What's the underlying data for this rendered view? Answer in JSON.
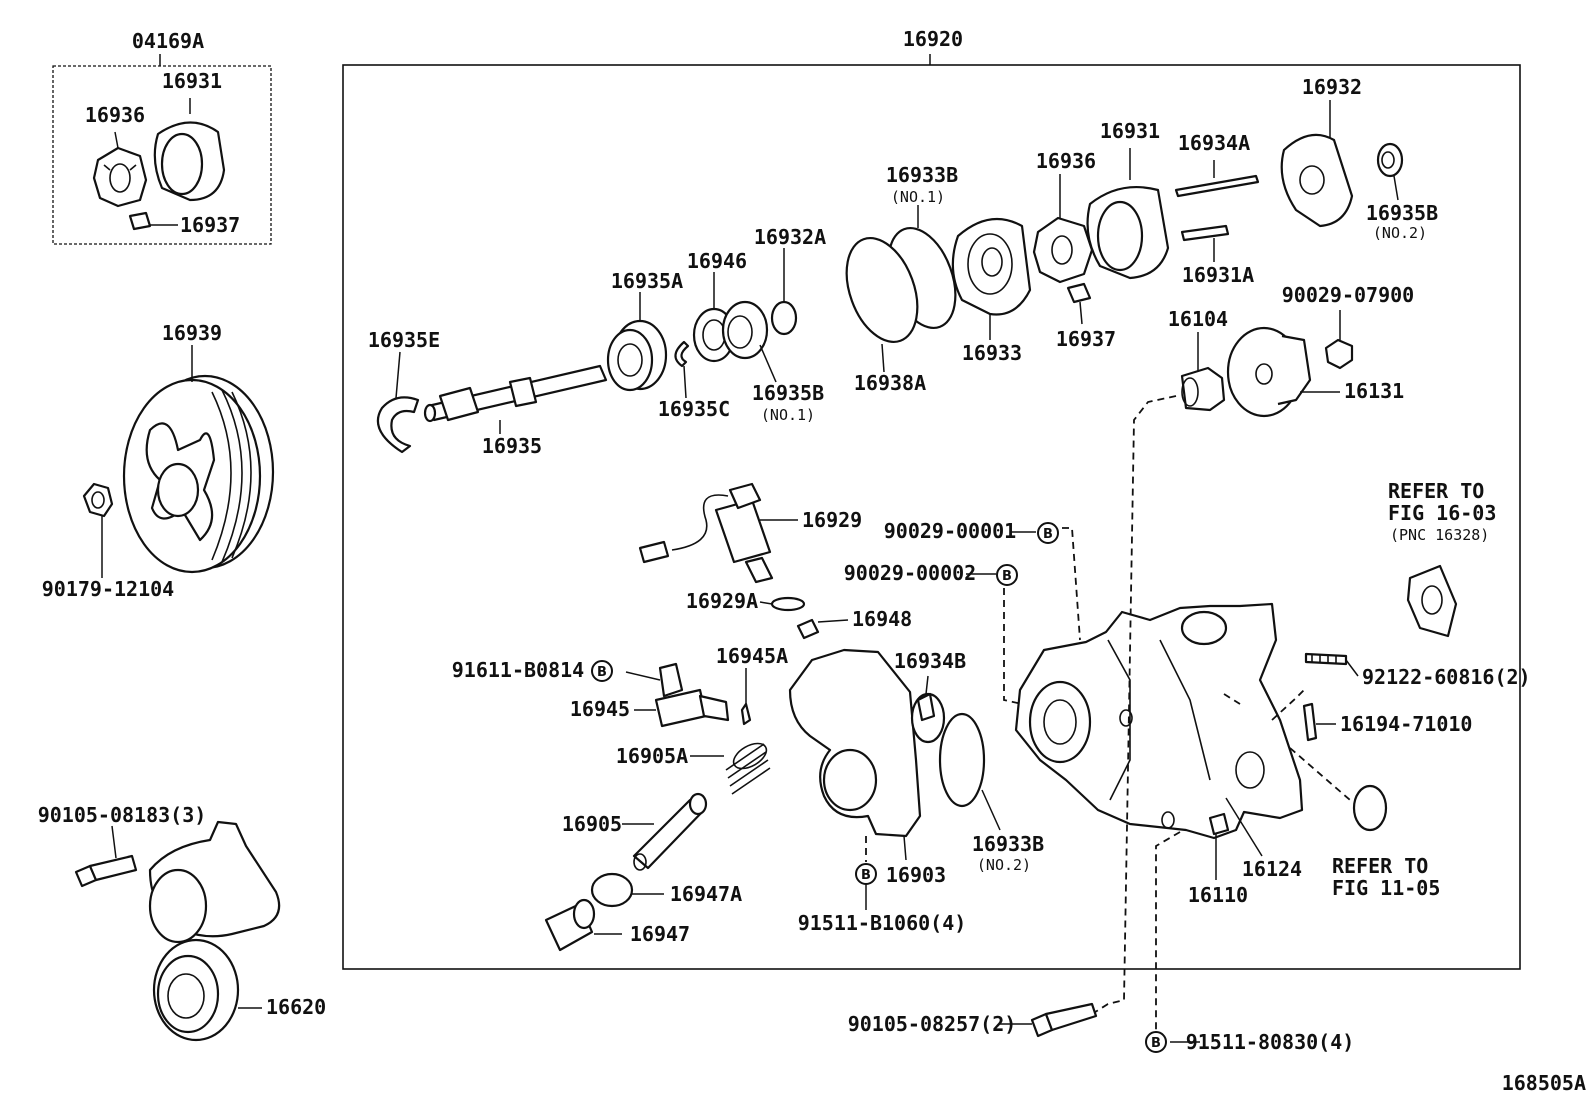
{
  "diagram": {
    "figure_id": "168505A",
    "kit_group_label": "04169A",
    "assembly_label": "16920",
    "fastener_mark": "B",
    "kit": {
      "case": "16931",
      "rotor": "16936",
      "vane": "16937"
    },
    "pulley": "16939",
    "pulley_nut": "90179-12104",
    "tensioner_bolt": "90105-08183(3)",
    "tensioner": "16620",
    "internals": {
      "snap_ring": "16935E",
      "shaft": "16935",
      "bearing": "16935A",
      "seal": "16946",
      "snap_ring_c": "16935C",
      "bearing_b_no1": "16935B",
      "bearing_b_no1_note": "(NO.1)",
      "oring_32a": "16932A",
      "oring_33b_no1": "16933B",
      "oring_33b_no1_note": "(NO.1)",
      "oring_38a": "16938A",
      "side_plate": "16933",
      "rotor": "16936",
      "vane": "16937",
      "cam_ring": "16931",
      "pin_34a": "16934A",
      "pin_31a": "16931A",
      "rear_plate": "16932",
      "bearing_no2": "16935B",
      "bearing_no2_note": "(NO.2)"
    },
    "rear": {
      "bushing": "16104",
      "nut": "90029-07900",
      "cover": "16131"
    },
    "valve_group": {
      "solenoid": "16929",
      "oring_29a": "16929A",
      "filter": "16948",
      "sensor_bolt": "91611-B0814",
      "sensor": "16945",
      "oring_45a": "16945A",
      "spring": "16905A",
      "valve": "16905",
      "oring_47a": "16947A",
      "plug": "16947"
    },
    "housing_group": {
      "union_bolt_1": "90029-00001",
      "union_bolt_2": "90029-00002",
      "front_housing": "16903",
      "oring_34b": "16934B",
      "oring_33b_no2": "16933B",
      "oring_33b_no2_note": "(NO.2)",
      "housing_bolt": "91511-B1060(4)",
      "rear_housing": "16124",
      "fitting": "16110",
      "stud": "92122-60816(2)",
      "bolt_71010": "16194-71010"
    },
    "refer_fig_16_03": {
      "line1": "REFER TO",
      "line2": "FIG 16-03",
      "line3": "(PNC 16328)"
    },
    "refer_fig_11_05": {
      "line1": "REFER TO",
      "line2": "FIG 11-05"
    },
    "bottom_bolt_1": "90105-08257(2)",
    "bottom_bolt_2": "91511-80830(4)"
  }
}
